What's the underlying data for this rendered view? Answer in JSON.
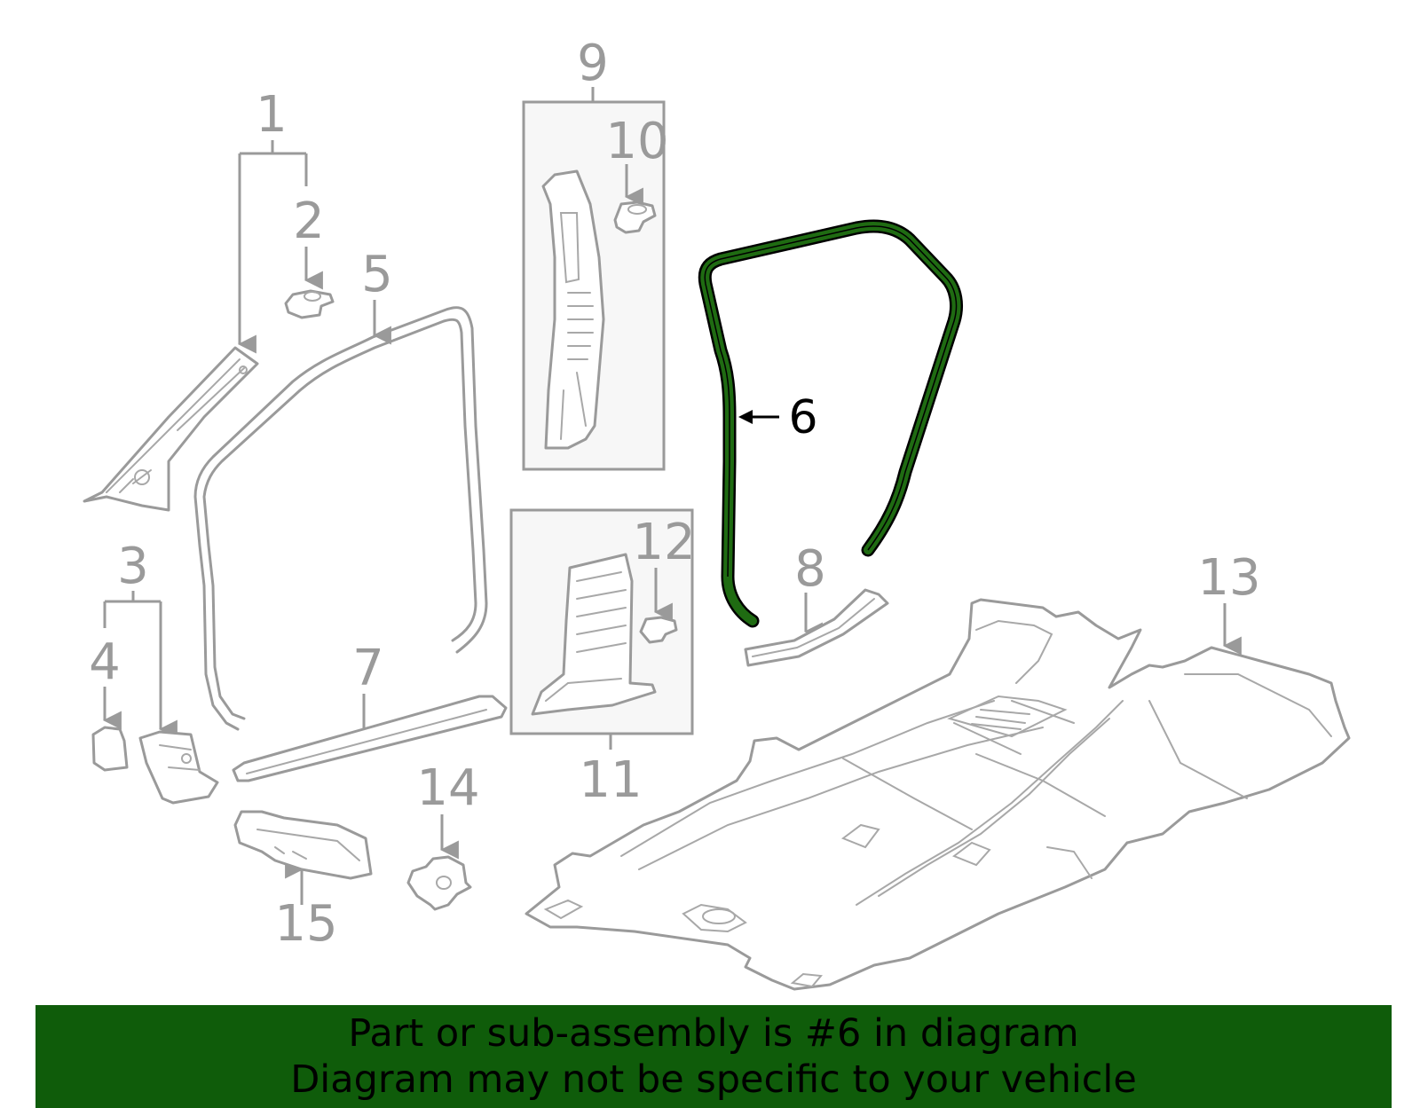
{
  "diagram": {
    "callouts": [
      "1",
      "2",
      "3",
      "4",
      "5",
      "6",
      "7",
      "8",
      "9",
      "10",
      "11",
      "12",
      "13",
      "14",
      "15"
    ],
    "highlight_part": "6",
    "highlight_color": "#1f6b12",
    "line_color": "#9a9a9a",
    "box_fill": "#f7f7f7"
  },
  "banner": {
    "line1": "Part or sub-assembly is #6 in diagram",
    "line2": "Diagram may not be specific to your vehicle",
    "background": "#0f5c0a"
  }
}
